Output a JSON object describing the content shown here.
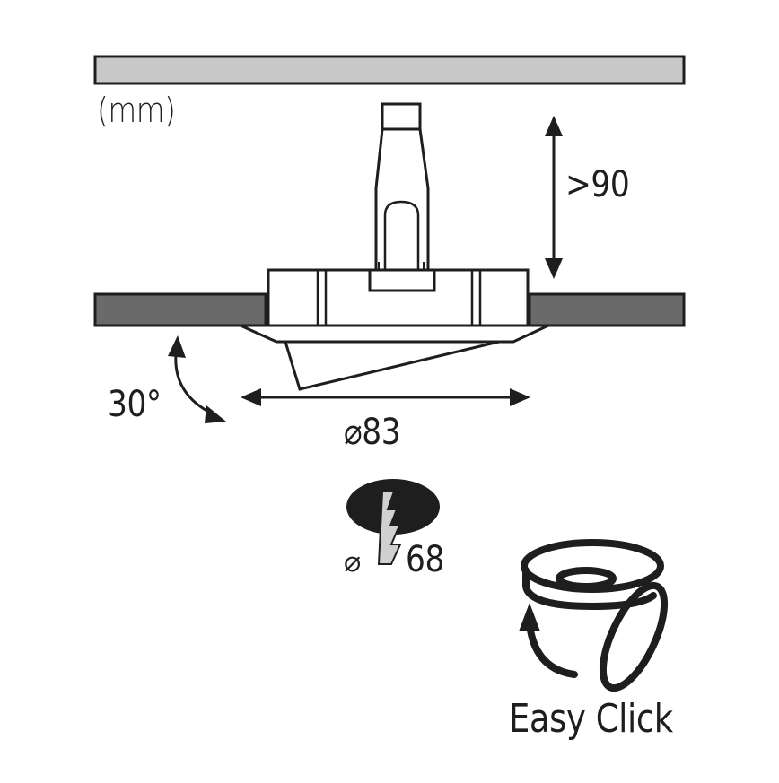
{
  "diagram": {
    "unit_label": "(mm)",
    "dimensions": {
      "min_height": ">90",
      "tilt_angle": "30°",
      "outer_diameter": "⌀83",
      "cutout_symbol": "⌀",
      "cutout_diameter": "68"
    },
    "icons": {
      "ceiling": "ceiling-panel",
      "fixture": "recessed-spotlight-cross-section",
      "cutout": "drill-hole-cutout-icon",
      "easy_click": "easy-click-rotate-icon"
    },
    "feature_label": "Easy Click",
    "colors": {
      "ceiling_fill": "#c8c8c8",
      "mounting_surface_fill": "#6a6a6a",
      "stroke": "#1e1e1e",
      "cutout_fill": "#1e1e1e",
      "saw_fill": "#d0d0d0"
    }
  }
}
